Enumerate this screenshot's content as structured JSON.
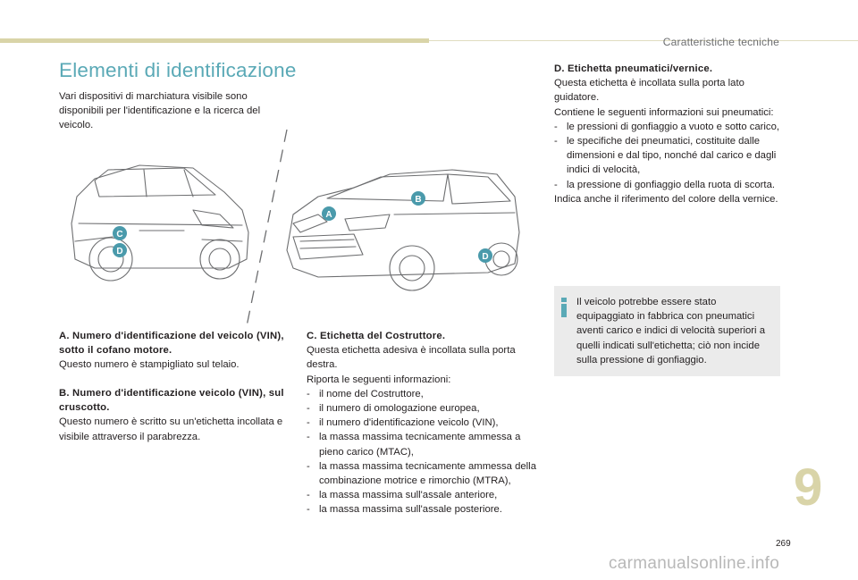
{
  "header": {
    "section": "Caratteristiche tecniche"
  },
  "title": "Elementi di identificazione",
  "intro": "Vari dispositivi di marchiatura visibile sono disponibili per l'identificazione e la ricerca del veicolo.",
  "figure": {
    "markers_left": [
      "C",
      "D"
    ],
    "markers_right": [
      "A",
      "B",
      "D"
    ],
    "marker_color": "#4a9aab"
  },
  "block_a": {
    "heading": "A. Numero d'identificazione del veicolo (VIN), sotto il cofano motore.",
    "text": "Questo numero è stampigliato sul telaio."
  },
  "block_b": {
    "heading": "B. Numero d'identificazione veicolo (VIN), sul cruscotto.",
    "text": "Questo numero è scritto su un'etichetta incollata e visibile attraverso il parabrezza."
  },
  "block_c": {
    "heading": "C. Etichetta del Costruttore.",
    "text": "Questa etichetta adesiva è incollata sulla porta destra.",
    "list_intro": "Riporta le seguenti informazioni:",
    "items": [
      "il nome del Costruttore,",
      "il numero di omologazione europea,",
      "il numero d'identificazione veicolo (VIN),",
      "la massa massima tecnicamente ammessa a pieno carico (MTAC),",
      "la massa massima tecnicamente ammessa della combinazione motrice e rimorchio (MTRA),",
      "la massa massima sull'assale anteriore,",
      "la massa massima sull'assale posteriore."
    ]
  },
  "block_d": {
    "heading": "D. Etichetta pneumatici/vernice.",
    "text": "Questa etichetta è incollata sulla porta lato guidatore.",
    "list_intro": "Contiene le seguenti informazioni sui pneumatici:",
    "items": [
      "le pressioni di gonfiaggio a vuoto e sotto carico,",
      "le specifiche dei pneumatici, costituite dalle dimensioni e dal tipo, nonché dal carico e dagli indici di velocità,",
      "la pressione di gonfiaggio della ruota di scorta."
    ],
    "footer": "Indica anche il riferimento del colore della vernice."
  },
  "note": "Il veicolo potrebbe essere stato equipaggiato in fabbrica con pneumatici aventi carico e indici di velocità superiori a quelli indicati sull'etichetta; ciò non incide sulla pressione di gonfiaggio.",
  "chapter_number": "9",
  "page_number": "269",
  "watermark": "carmanualsonline.info"
}
